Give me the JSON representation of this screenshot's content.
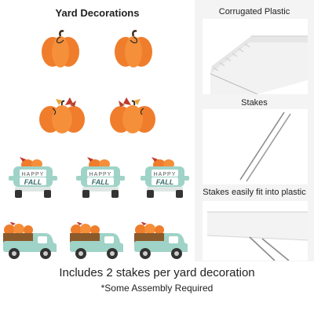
{
  "left_title": "Yard Decorations",
  "panels": {
    "corrugated_label": "Corrugated Plastic",
    "stakes_label": "Stakes",
    "fit_label": "Stakes easily fit into plastic"
  },
  "truck_text": {
    "line1": "HAPPY",
    "line2": "FALL"
  },
  "footer": {
    "main": "Includes 2 stakes per yard decoration",
    "sub": "*Some Assembly Required"
  },
  "colors": {
    "pumpkin": "#ef7d2c",
    "truck": "#9fd3c7",
    "panel_bg": "#f4f4f4"
  },
  "icons": [
    "pumpkin-icon",
    "pumpkin-with-leaves-icon",
    "happy-fall-truck-icon",
    "pumpkin-truck-icon"
  ]
}
